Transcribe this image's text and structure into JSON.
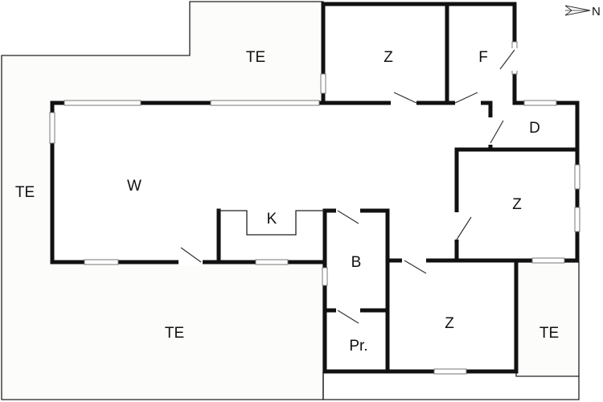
{
  "compass": {
    "label": "N",
    "icon": "north-arrow-icon"
  },
  "rooms": {
    "terrace_top": "TE",
    "bedroom_top_left": "Z",
    "room_f": "F",
    "room_d": "D",
    "living": "W",
    "kitchen": "K",
    "terrace_left": "TE",
    "bedroom_right": "Z",
    "bathroom": "B",
    "bedroom_bottom": "Z",
    "terrace_bottom_left": "TE",
    "terrace_bottom_right": "TE",
    "pr": "Pr."
  }
}
